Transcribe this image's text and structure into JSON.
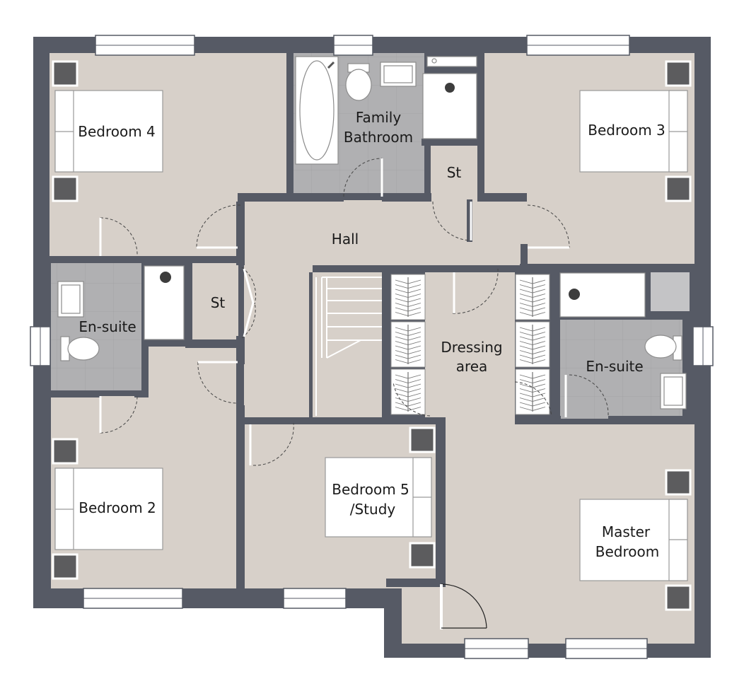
{
  "colors": {
    "wall": "#565a65",
    "carpet": "#d7d0c9",
    "tile": "#b0b0b2",
    "tile_grout": "#a3a3a5",
    "fixture_white": "#ffffff",
    "fixture_line": "#8c8c8c",
    "furniture_dark": "#5c5c5e",
    "door_line": "#333333",
    "window_fill": "#ffffff"
  },
  "rooms": {
    "bedroom_4": "Bedroom 4",
    "family_bathroom_line1": "Family",
    "family_bathroom_line2": "Bathroom",
    "bedroom_3": "Bedroom 3",
    "store_upper": "St",
    "hall": "Hall",
    "ensuite_left": "En-suite",
    "store_left": "St",
    "dressing_line1": "Dressing",
    "dressing_line2": "area",
    "ensuite_right": "En-suite",
    "bedroom_2": "Bedroom 2",
    "bedroom_5_line1": "Bedroom 5",
    "bedroom_5_line2": "/Study",
    "master_line1": "Master",
    "master_line2": "Bedroom"
  }
}
